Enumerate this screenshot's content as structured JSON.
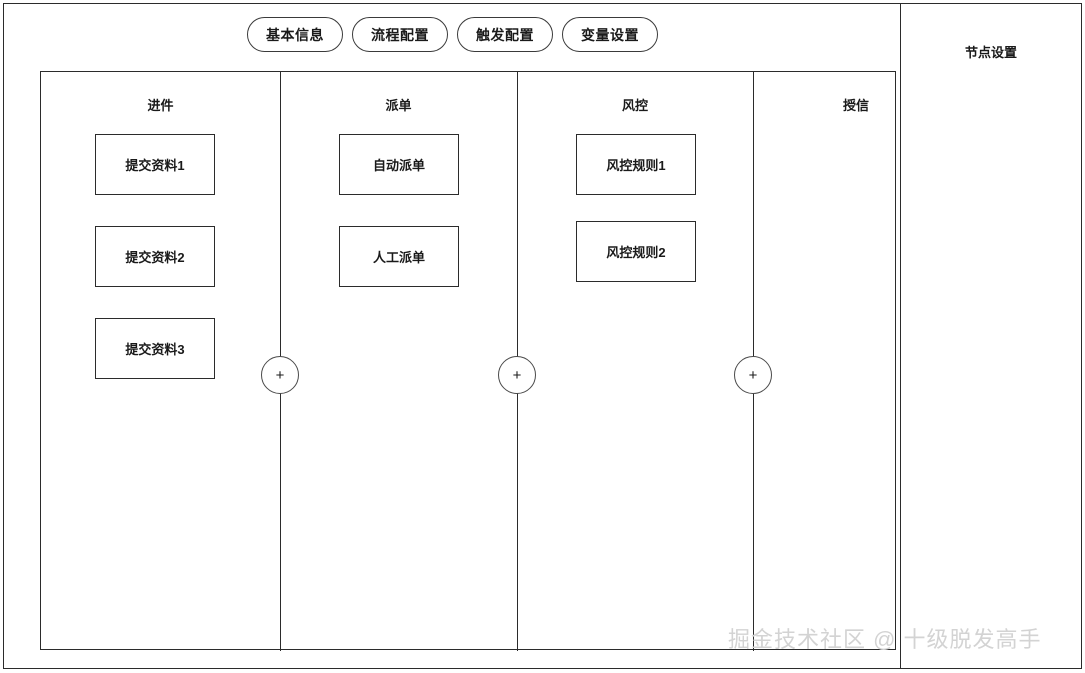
{
  "tabs": [
    {
      "label": "基本信息"
    },
    {
      "label": "流程配置"
    },
    {
      "label": "触发配置"
    },
    {
      "label": "变量设置"
    }
  ],
  "flow": {
    "lanes": [
      {
        "title": "进件",
        "title_align": "center",
        "nodes": [
          {
            "label": "提交资料1"
          },
          {
            "label": "提交资料2"
          },
          {
            "label": "提交资料3"
          }
        ]
      },
      {
        "title": "派单",
        "title_align": "center",
        "nodes": [
          {
            "label": "自动派单"
          },
          {
            "label": "人工派单"
          }
        ]
      },
      {
        "title": "风控",
        "title_align": "center",
        "nodes": [
          {
            "label": "风控规则1"
          },
          {
            "label": "风控规则2"
          }
        ]
      },
      {
        "title": "授信",
        "title_align": "right",
        "nodes": []
      }
    ],
    "add_buttons": [
      {
        "label": "+"
      },
      {
        "label": "+"
      },
      {
        "label": "+"
      }
    ]
  },
  "settings": {
    "title": "节点设置"
  },
  "watermark": {
    "text": "掘金技术社区 @ 十级脱发高手"
  },
  "colors": {
    "line": "#2b2b2b",
    "text": "#1a1a1a",
    "watermark": "#d3d3d3",
    "background": "#ffffff"
  }
}
